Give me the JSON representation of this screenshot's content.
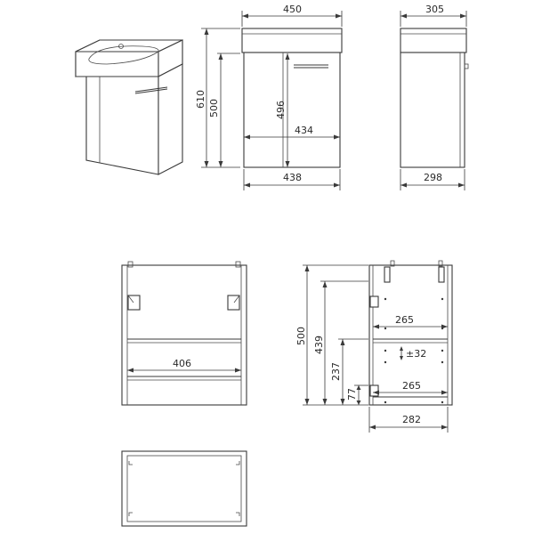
{
  "dims": {
    "front_width_top": "450",
    "side_depth_top": "305",
    "total_height": "610",
    "cabinet_height": "500",
    "door_height": "496",
    "door_width": "434",
    "front_width_bottom": "438",
    "side_depth_bottom": "298",
    "inner_width": "406",
    "shelf_depth_upper": "265",
    "section_height": "500",
    "upper_height": "439",
    "mid_height": "237",
    "low_height": "77",
    "shelf_depth_lower": "265",
    "section_depth": "282",
    "adjust": "±32"
  }
}
